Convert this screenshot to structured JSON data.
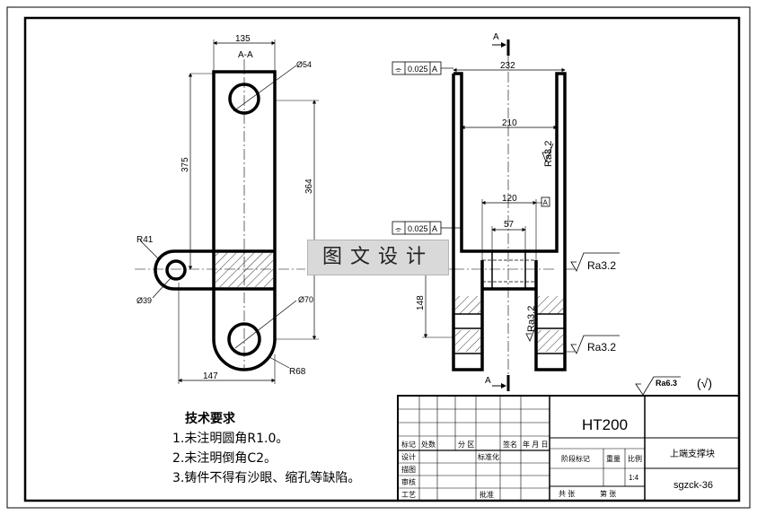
{
  "views": {
    "left": {
      "section_label": "A-A",
      "dims": {
        "width_top": "135",
        "hole_top": "Ø54",
        "vert_375": "375",
        "vert_364": "364",
        "radius_41": "R41",
        "hole_left": "Ø39",
        "hole_bottom": "Ø70",
        "radius_68": "R68",
        "width_bottom": "147"
      }
    },
    "right": {
      "section_arrow_top": "A",
      "section_arrow_bottom": "A",
      "tol_top": {
        "symbol": "⌯",
        "value": "0.025",
        "datum": "A"
      },
      "tol_mid": {
        "symbol": "⌯",
        "value": "0.025",
        "datum": "A"
      },
      "datum_box": "A",
      "dims": {
        "overall_232": "232",
        "inner_210": "210",
        "dim_120": "120",
        "dim_57": "57",
        "dim_148": "148"
      },
      "roughness": {
        "r1": "Ra3.2",
        "r2": "Ra3.2",
        "r3": "Ra3.2",
        "r4": "Ra3.2"
      }
    }
  },
  "general_roughness": {
    "value": "Ra6.3",
    "other": "(√)"
  },
  "watermark": "图文设计",
  "notes": {
    "title": "技术要求",
    "items": [
      "1.未注明圆角R1.0。",
      "2.未注明倒角C2。",
      "3.铸件不得有沙眼、缩孔等缺陷。"
    ]
  },
  "title_block": {
    "material": "HT200",
    "part_name": "上端支撑块",
    "drawing_no": "sgzck-36",
    "scale": "1:4",
    "labels": {
      "biaoji": "标记",
      "chushu": "处数",
      "fenqu": "分 区",
      "qianming": "签名",
      "nianyueri": "年 月 日",
      "sheji": "设计",
      "biaozhunhua": "标准化",
      "jieduan": "阶段标记",
      "zhongliang": "重量",
      "bili": "比例",
      "jiaotu": "描图",
      "shenhe": "审核",
      "gongyi": "工艺",
      "pizhun": "批准",
      "gong": "共 张",
      "di": "第 张"
    }
  }
}
